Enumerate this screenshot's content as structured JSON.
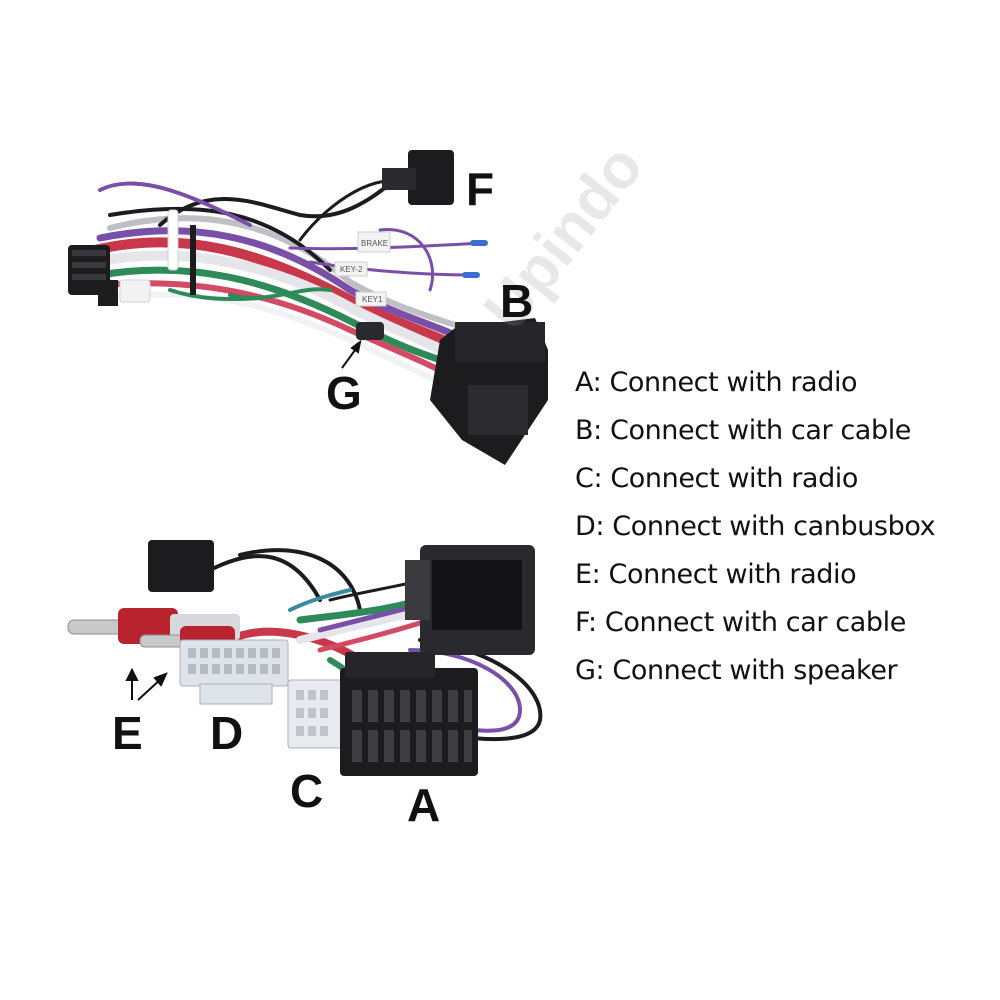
{
  "labels": {
    "a": "A",
    "b": "B",
    "c": "C",
    "d": "D",
    "e": "E",
    "f": "F",
    "g": "G"
  },
  "legend": [
    "A: Connect with radio",
    "B: Connect with car cable",
    "C: Connect with radio",
    "D: Connect with canbusbox",
    "E: Connect with radio",
    "F: Connect with car cable",
    "G: Connect with speaker"
  ],
  "watermark": "Upindo",
  "tags": {
    "brake": "BRAKE",
    "key2": "KEY-2",
    "key1": "KEY1"
  },
  "colors": {
    "connector": "#1c1c1e",
    "wire_red": "#c8384a",
    "wire_purple": "#7a4fa8",
    "wire_green": "#2f8a5a",
    "wire_white": "#e6e6ea",
    "rca_red": "#b8232e",
    "plug_white": "#dfe3ea",
    "pin_blue": "#3a6fd0"
  }
}
